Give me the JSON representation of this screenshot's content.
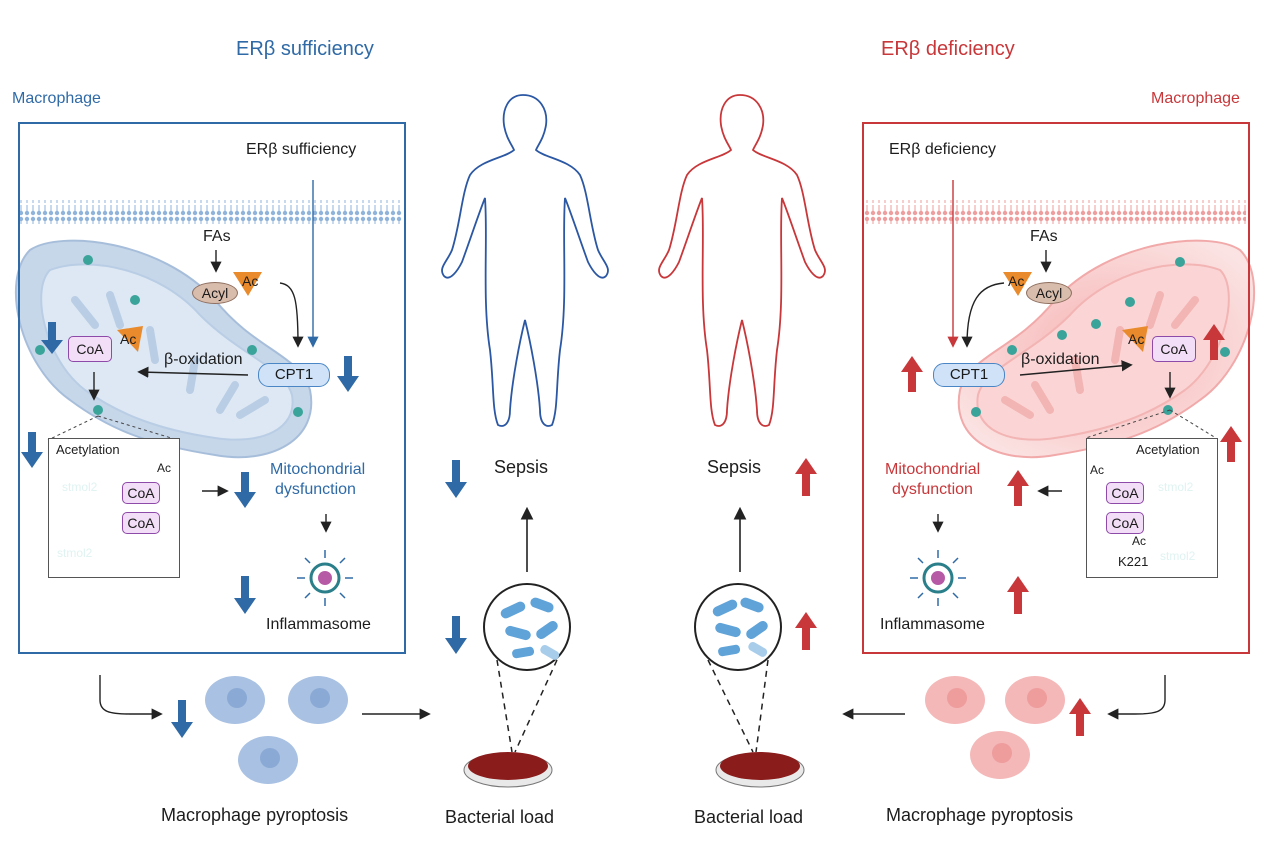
{
  "titles": {
    "left": "ERβ sufficiency",
    "right": "ERβ deficiency"
  },
  "panels": {
    "left": {
      "corner_label": "Macrophage",
      "signal": "ERβ sufficiency",
      "fas": "FAs",
      "acyl": "Acyl",
      "ac": "Ac",
      "coa": "CoA",
      "beta_oxidation": "β-oxidation",
      "cpt1": "CPT1",
      "acetylation": "Acetylation",
      "stmol2": "stmol2",
      "mito_1": "Mitochondrial",
      "mito_2": "dysfunction",
      "inflammasome": "Inflammasome"
    },
    "right": {
      "corner_label": "Macrophage",
      "signal": "ERβ deficiency",
      "fas": "FAs",
      "acyl": "Acyl",
      "ac": "Ac",
      "coa": "CoA",
      "beta_oxidation": "β-oxidation",
      "cpt1": "CPT1",
      "acetylation": "Acetylation",
      "stmol2": "stmol2",
      "k221": "K221",
      "mito_1": "Mitochondrial",
      "mito_2": "dysfunction",
      "inflammasome": "Inflammasome"
    }
  },
  "center": {
    "sepsis_left": "Sepsis",
    "sepsis_right": "Sepsis",
    "bacterial_left": "Bacterial load",
    "bacterial_right": "Bacterial load"
  },
  "bottom": {
    "pyro_left": "Macrophage pyroptosis",
    "pyro_right": "Macrophage pyroptosis"
  },
  "colors": {
    "blue": "#2f6aa6",
    "red": "#c8373a",
    "teal": "#3aa39a",
    "orange": "#e98a2c",
    "mito_blue": "#c7d7ea",
    "mito_red": "#f6c4c4",
    "dish": "#8b1c1c"
  }
}
